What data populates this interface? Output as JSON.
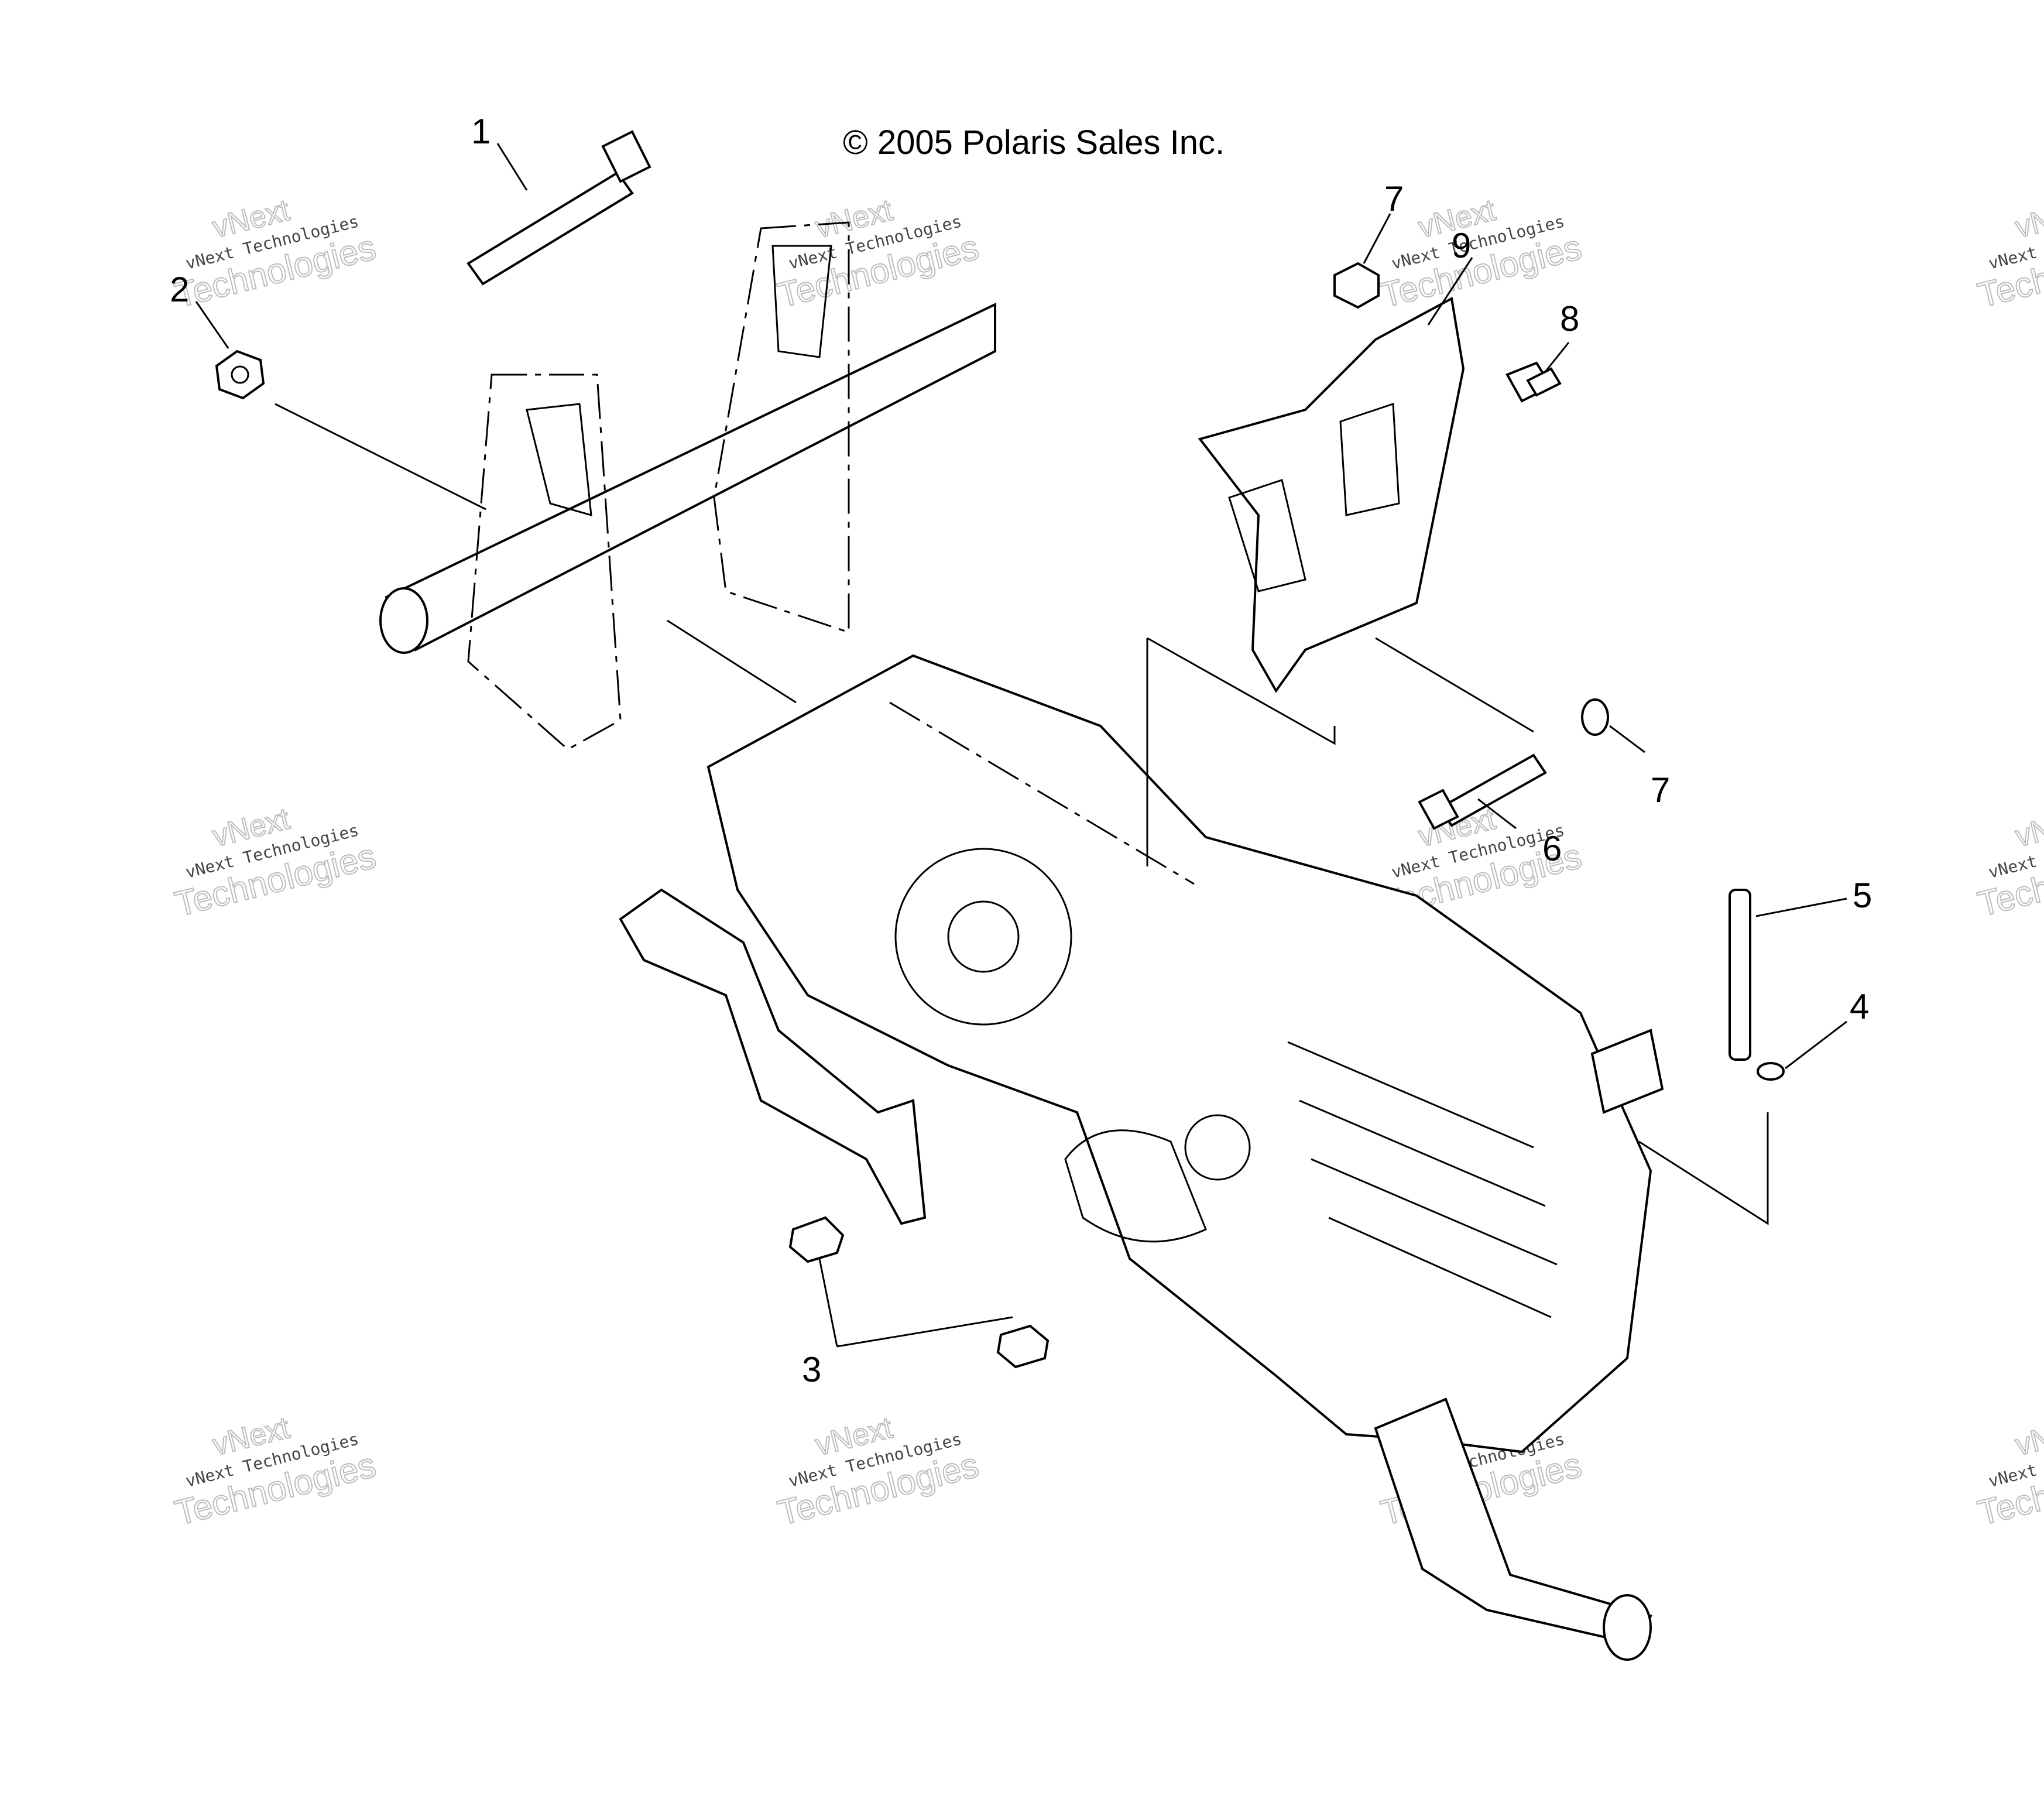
{
  "copyright": "© 2005 Polaris Sales Inc.",
  "callouts": [
    {
      "id": "1",
      "label": "1"
    },
    {
      "id": "2",
      "label": "2"
    },
    {
      "id": "3",
      "label": "3"
    },
    {
      "id": "4",
      "label": "4"
    },
    {
      "id": "5",
      "label": "5"
    },
    {
      "id": "6",
      "label": "6"
    },
    {
      "id": "7a",
      "label": "7"
    },
    {
      "id": "7b",
      "label": "7"
    },
    {
      "id": "8",
      "label": "8"
    },
    {
      "id": "9",
      "label": "9"
    }
  ],
  "watermark": {
    "line1": "vNext Technologies",
    "line2": "Technologies",
    "line3": "vNext"
  }
}
